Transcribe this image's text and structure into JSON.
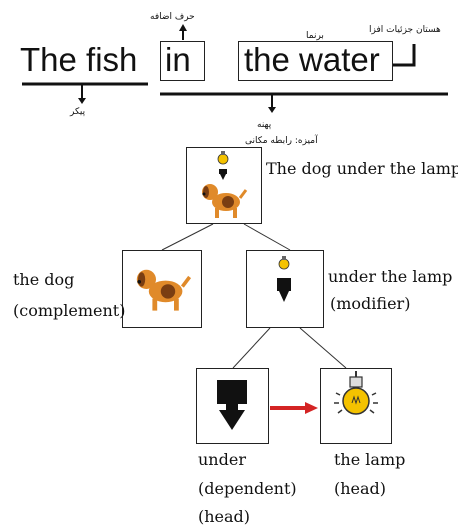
{
  "top": {
    "subject": "The fish",
    "preposition": "in",
    "object": "the water",
    "label_preposition": "حرف اضافه",
    "label_object": "برنما",
    "label_object_detail": "هستان جزئیات افزا",
    "label_subject": "پیکر",
    "label_ground": "پهنه",
    "label_relation": "آمیزه: رابطه مکانی"
  },
  "tree": {
    "root_label": "The dog under the lamp",
    "left_label_line1": "the dog",
    "left_label_line2": "(complement)",
    "right_label_line1": "under the lamp",
    "right_label_line2": "(modifier)",
    "under_label_line1": "under",
    "under_label_line2": "(dependent)",
    "under_label_line3": "(head)",
    "lamp_label_line1": "the lamp",
    "lamp_label_line2": "(head)"
  },
  "colors": {
    "arrow_red": "#d42424",
    "lamp_yellow": "#f4c200",
    "dog_orange": "#e08a2a",
    "dog_brown": "#7a3e12"
  }
}
